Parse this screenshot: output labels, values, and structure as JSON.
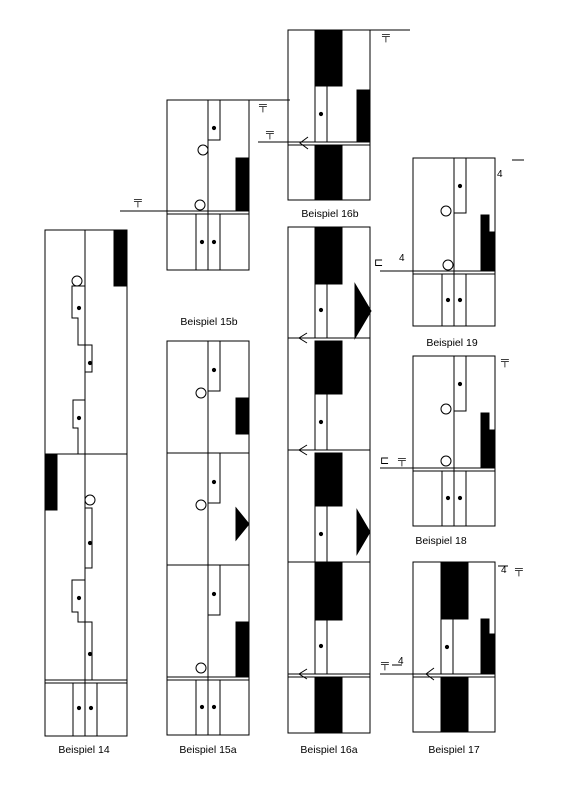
{
  "captions": {
    "b14": "Beispiel 14",
    "b15a": "Beispiel 15a",
    "b15b": "Beispiel 15b",
    "b16a": "Beispiel 16a",
    "b16b": "Beispiel 16b",
    "b17": "Beispiel 17",
    "b18": "Beispiel 18",
    "b19": "Beispiel 19"
  },
  "marks": {
    "four": "4"
  },
  "icons": [
    "plus-symbol-icon",
    "stop-symbol-icon",
    "half-circle-icon",
    "arrow-left-icon",
    "triangle-icon"
  ],
  "colors": {
    "ink": "#000000",
    "paper": "#ffffff"
  }
}
